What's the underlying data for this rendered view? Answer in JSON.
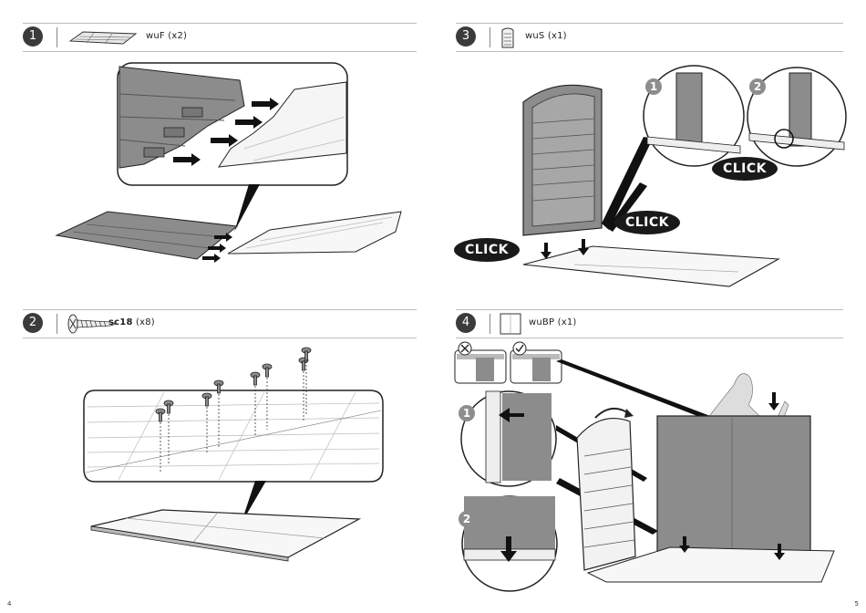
{
  "steps": [
    {
      "number": "1",
      "part_code": "wuF",
      "qty": "(x2)"
    },
    {
      "number": "3",
      "part_code": "wuS",
      "qty": "(x1)"
    },
    {
      "number": "2",
      "part_code": "sc18",
      "qty": "(x8)"
    },
    {
      "number": "4",
      "part_code": "wuBP",
      "qty": "(x1)"
    }
  ],
  "callouts": {
    "click_1": "CLICK",
    "click_2": "CLICK",
    "click_3": "CLICK",
    "detail_1": "1",
    "detail_2": "2",
    "detail_3": "1",
    "detail_4": "2"
  },
  "page_numbers": {
    "left": "4",
    "right": "5"
  },
  "colors": {
    "badge": "#3b3b3b",
    "dark_gray": "#8c8c8c",
    "line": "#2a2a2a",
    "click_bg": "#1a1a1a"
  }
}
